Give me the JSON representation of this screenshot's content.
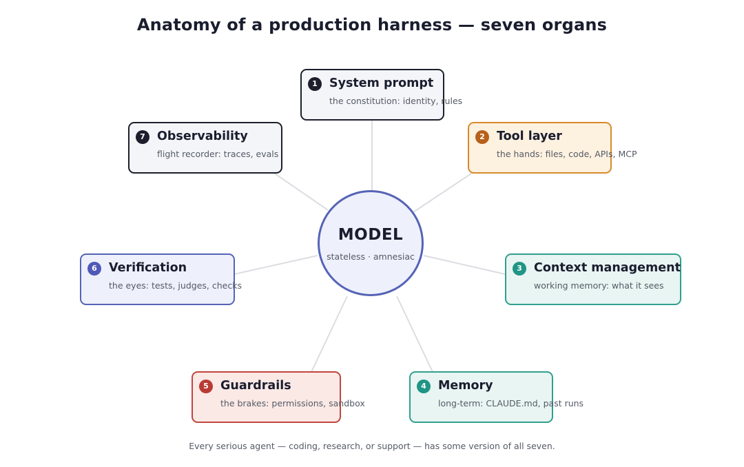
{
  "title": "Anatomy of a production harness — seven organs",
  "hub": {
    "title": "MODEL",
    "subtitle": "stateless · amnesiac"
  },
  "organs": [
    {
      "number": "1",
      "title": "System prompt",
      "subtitle": "the constitution: identity, rules",
      "color": "#1c1f2b"
    },
    {
      "number": "2",
      "title": "Tool layer",
      "subtitle": "the hands: files, code, APIs, MCP",
      "color": "#d8892a"
    },
    {
      "number": "3",
      "title": "Context management",
      "subtitle": "working memory: what it sees",
      "color": "#2f9f8f"
    },
    {
      "number": "4",
      "title": "Memory",
      "subtitle": "long-term: CLAUDE.md, past runs",
      "color": "#2f9f8f"
    },
    {
      "number": "5",
      "title": "Guardrails",
      "subtitle": "the brakes: permissions, sandbox",
      "color": "#c0453b"
    },
    {
      "number": "6",
      "title": "Verification",
      "subtitle": "the eyes: tests, judges, checks",
      "color": "#5563b5"
    },
    {
      "number": "7",
      "title": "Observability",
      "subtitle": "flight recorder: traces, evals",
      "color": "#1c1f2b"
    }
  ],
  "footer": "Every serious agent — coding, research, or support — has some version of all seven."
}
